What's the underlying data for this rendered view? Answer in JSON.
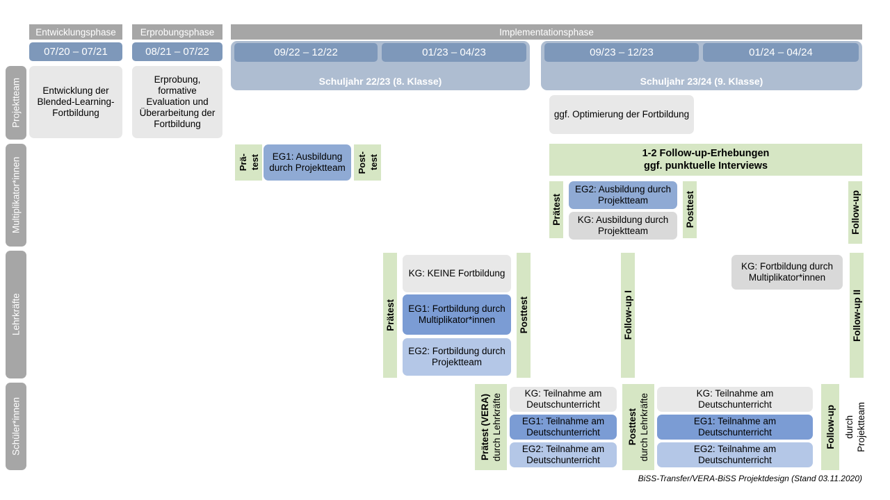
{
  "title": "BiSS-Transfer/VERA-BiSS Projektdesign",
  "colors": {
    "grey_bar": "#a6a6a6",
    "date_chip": "#7e98ba",
    "schuljahr": "#aebdd1",
    "green": "#d6e6c4",
    "box_grey": "#e8e8e8",
    "blue_medium": "#8faad4",
    "blue_dark": "#7b9cd4",
    "blue_light": "#b4c7e7"
  },
  "phases": [
    {
      "name": "Entwicklungsphase"
    },
    {
      "name": "Erprobungsphase"
    },
    {
      "name": "Implementationsphase"
    }
  ],
  "periods": {
    "dev": "07/20 – 07/21",
    "trial": "08/21 – 07/22",
    "p1": "09/22 – 12/22",
    "p2": "01/23 – 04/23",
    "p3": "09/23 – 12/23",
    "p4": "01/24 – 04/24"
  },
  "school_years": {
    "y1": "Schuljahr 22/23 (8. Klasse)",
    "y2": "Schuljahr 23/24 (9. Klasse)"
  },
  "row_labels": {
    "projektteam": "Projektteam",
    "multiplikator": "Multiplikator*innen",
    "lehrkraefte": "Lehrkräfte",
    "schueler": "Schüler*innen"
  },
  "projektteam": {
    "entwicklung": "Entwicklung der Blended-Learning-Fortbildung",
    "erprobung": "Erprobung, formative Evaluation und Überarbeitung der Fortbildung",
    "optimierung": "ggf. Optimierung der Fortbildung"
  },
  "multiplikator": {
    "praetest_l1": "Prä-",
    "praetest_l2": "test",
    "posttest_l1": "Post-",
    "posttest_l2": "test",
    "eg1": "EG1: Ausbildung durch Projektteam",
    "followup_banner_l1": "1-2 Follow-up-Erhebungen",
    "followup_banner_l2": "ggf. punktuelle Interviews",
    "praetest2": "Prätest",
    "posttest2": "Posttest",
    "eg2": "EG2:  Ausbildung durch Projektteam",
    "kg": "KG: Ausbildung durch Projektteam",
    "followup": "Follow-up"
  },
  "lehrkraefte": {
    "praetest": "Prätest",
    "posttest": "Posttest",
    "kg_keine": "KG:  KEINE Fortbildung",
    "eg1": "EG1: Fortbildung durch Multiplikator*innen",
    "eg2": "EG2: Fortbildung durch Projektteam",
    "followup1": "Follow-up I",
    "followup2": "Follow-up II",
    "kg_fortbildung": "KG: Fortbildung durch Multiplikator*innen"
  },
  "schueler": {
    "praetest_bold": "Prätest (VERA)",
    "praetest_reg": "durch Lehrkräfte",
    "posttest_bold": "Posttest",
    "posttest_reg": "durch Lehrkräfte",
    "followup_bold": "Follow-up",
    "followup_reg1": "durch",
    "followup_reg2": "Projektteam",
    "mid": {
      "kg": "KG: Teilnahme am Deutschunterricht",
      "eg1": "EG1: Teilnahme am Deutschunterricht",
      "eg2": "EG2: Teilnahme am Deutschunterricht"
    },
    "right": {
      "kg": "KG: Teilnahme am Deutschunterricht",
      "eg1": "EG1: Teilnahme am Deutschunterricht",
      "eg2": "EG2: Teilnahme am Deutschunterricht"
    }
  },
  "footer": "BiSS-Transfer/VERA-BiSS Projektdesign (Stand 03.11.2020)"
}
